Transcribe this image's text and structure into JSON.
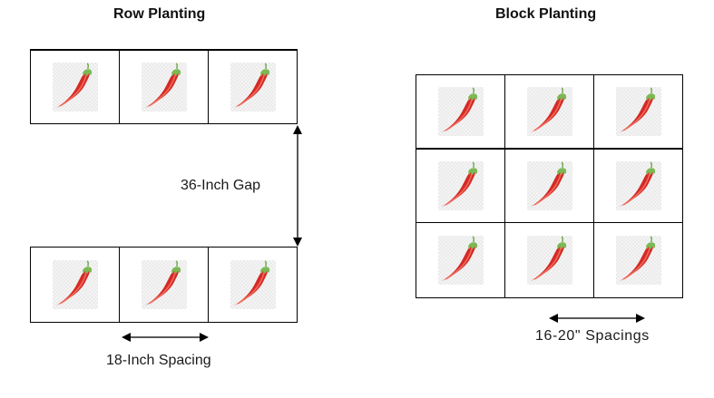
{
  "row_planting": {
    "title": "Row Planting",
    "rows": [
      {
        "plants": [
          "pepper",
          "pepper",
          "pepper"
        ]
      },
      {
        "plants": [
          "pepper",
          "pepper",
          "pepper"
        ]
      }
    ],
    "gap_label": "36-Inch Gap",
    "spacing_label": "18-Inch Spacing"
  },
  "block_planting": {
    "title": "Block Planting",
    "grid": [
      [
        "pepper",
        "pepper",
        "pepper"
      ],
      [
        "pepper",
        "pepper",
        "pepper"
      ],
      [
        "pepper",
        "pepper",
        "pepper"
      ]
    ],
    "spacing_label": "16-20\" Spacings"
  },
  "colors": {
    "pepper_red": "#d42a26",
    "pepper_highlight": "#f06a5a",
    "stem_green": "#7cb955",
    "line": "#000000"
  }
}
